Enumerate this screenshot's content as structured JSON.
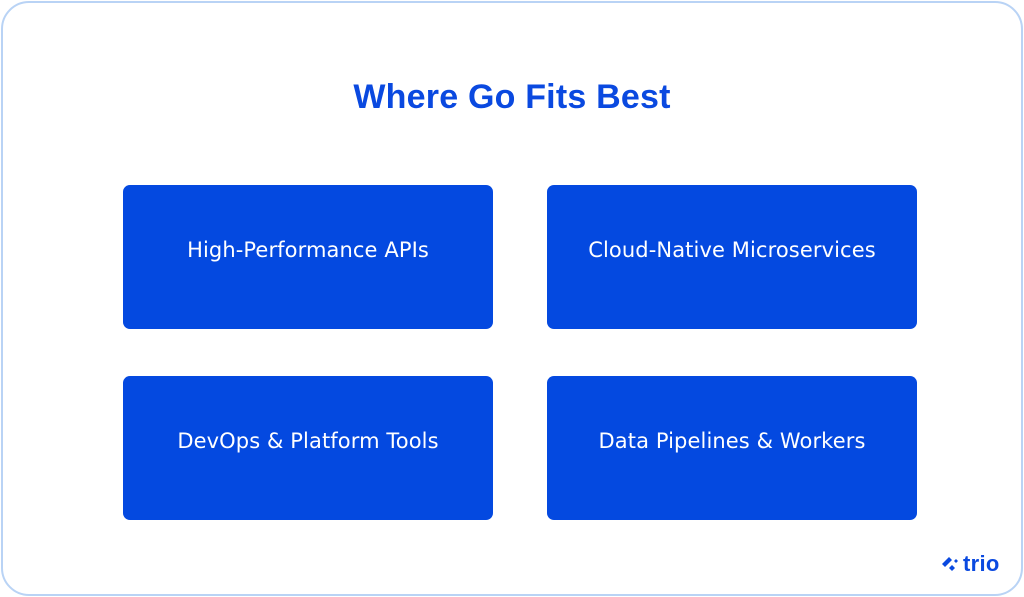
{
  "title": "Where Go Fits Best",
  "cards": [
    {
      "label": "High-Performance APIs"
    },
    {
      "label": "Cloud-Native Microservices"
    },
    {
      "label": "DevOps & Platform Tools"
    },
    {
      "label": "Data Pipelines & Workers"
    }
  ],
  "logo": {
    "text": "trio",
    "icon": "trio-logo-icon"
  },
  "colors": {
    "accent": "#0449e0",
    "border": "#b9d3f5",
    "background": "#ffffff",
    "card_text": "#ffffff"
  }
}
